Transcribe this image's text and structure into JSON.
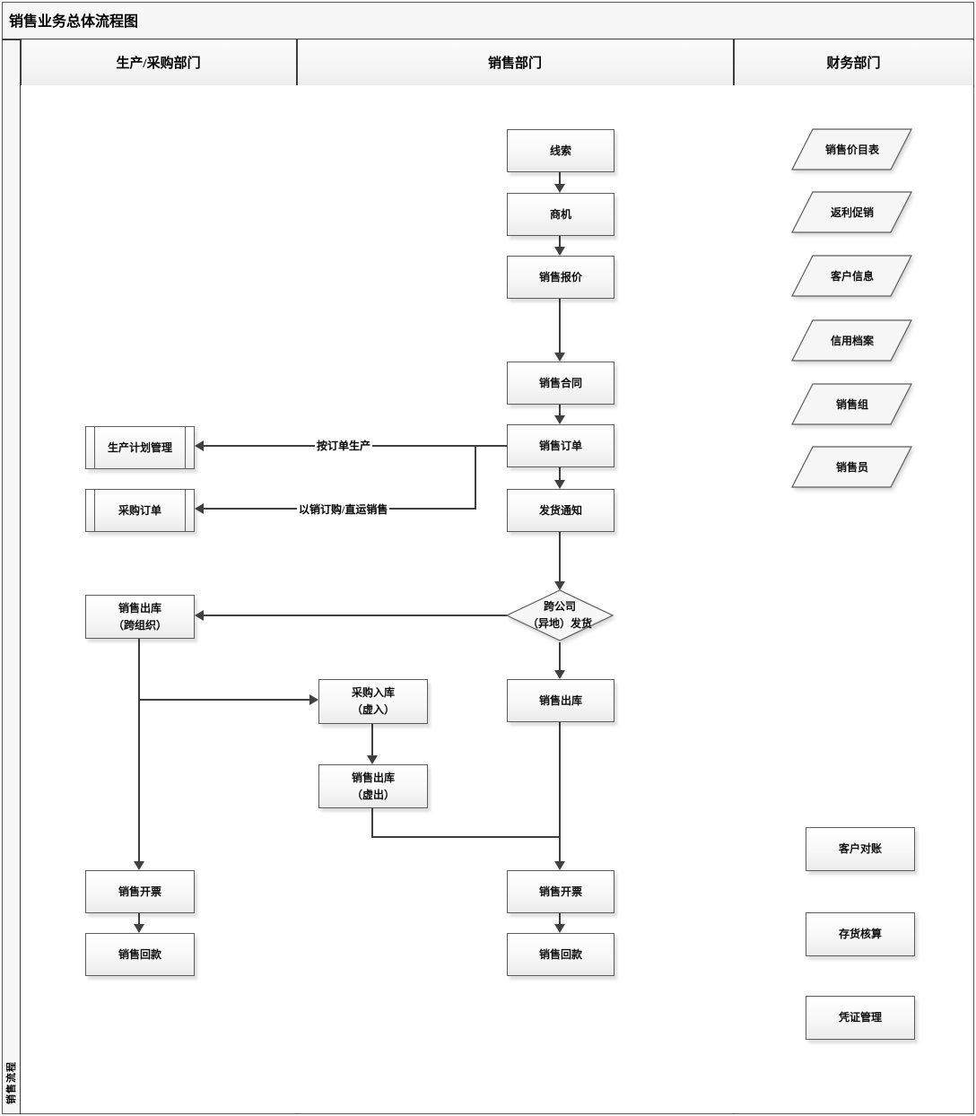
{
  "title": "销售业务总体流程图",
  "band_label": "销售流程",
  "lanes": {
    "lane1": "生产/采购部门",
    "lane2": "销售部门",
    "lane3": "财务部门"
  },
  "nodes": {
    "lead": "线索",
    "opportunity": "商机",
    "sales_quote": "销售报价",
    "sales_contract": "销售合同",
    "sales_order": "销售订单",
    "ship_notice": "发货通知",
    "cross_company_decision": "跨公司\n（异地）发货",
    "sales_outbound": "销售出库",
    "sales_invoice_mid": "销售开票",
    "sales_payment_mid": "销售回款",
    "production_plan": "生产计划管理",
    "purchase_order": "采购订单",
    "sales_outbound_cross_org": "销售出库\n（跨组织）",
    "purchase_inbound_virtual": "采购入库\n（虚入）",
    "sales_outbound_virtual": "销售出库\n（虚出）",
    "sales_invoice_left": "销售开票",
    "sales_payment_left": "销售回款",
    "price_list": "销售价目表",
    "rebate_promo": "返利促销",
    "customer_info": "客户信息",
    "credit_file": "信用档案",
    "sales_group": "销售组",
    "salesperson": "销售员",
    "customer_reconciliation": "客户对账",
    "inventory_accounting": "存货核算",
    "voucher_management": "凭证管理"
  },
  "edge_labels": {
    "produce_to_order": "按订单生产",
    "purchase_to_sale": "以销订购/直运销售"
  },
  "colors": {
    "connector": "#404040",
    "shape_border": "#5c5c5c",
    "table_line": "#3d3d3d"
  }
}
